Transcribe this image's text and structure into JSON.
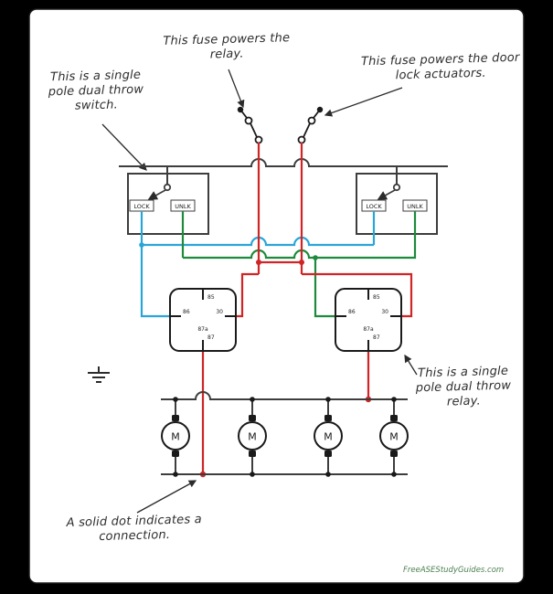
{
  "canvas": {
    "watermark": "FreeASEStudyGuides.com"
  },
  "annotations": {
    "fuse_relay": "This fuse powers the relay.",
    "fuse_actuators": "This fuse powers the door lock actuators.",
    "switch_note": "This is a single pole dual throw switch.",
    "relay_note": "This is a single pole dual throw relay.",
    "dot_note": "A solid dot indicates a connection."
  },
  "labels": {
    "lock": "LOCK",
    "unlock": "UNLK",
    "motor": "M",
    "pin_85": "85",
    "pin_86": "86",
    "pin_87": "87",
    "pin_87a": "87a",
    "pin_30": "30"
  },
  "colors": {
    "background": "#000000",
    "canvas": "#ffffff",
    "wire_black": "#3d3d3d",
    "wire_red": "#cf2526",
    "wire_blue": "#2aa5d8",
    "wire_green": "#1d8a3c",
    "annotation_text": "#2d2d2d",
    "watermark": "#4c8050"
  }
}
